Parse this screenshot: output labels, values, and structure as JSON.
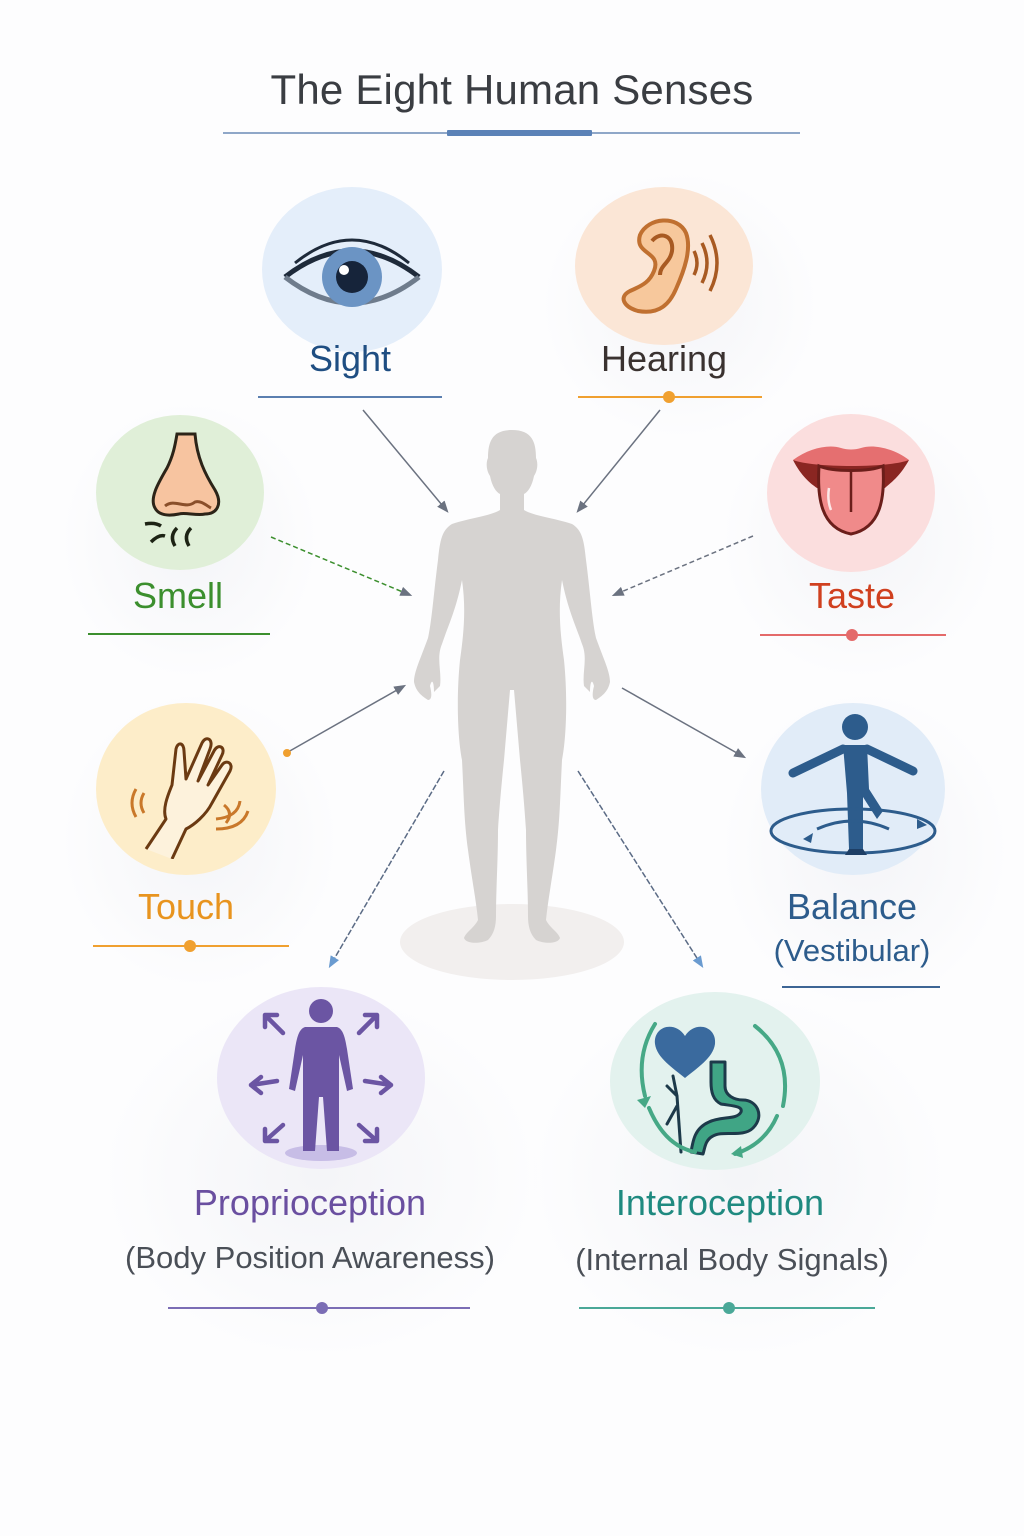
{
  "title": "The Eight Human Senses",
  "colors": {
    "title_rule": "#8fa7c8",
    "title_rule_accent": "#5b82b7",
    "body_silhouette": "#d6d3d1",
    "connector": "#6b7280"
  },
  "center": {
    "icon": "human-silhouette-icon"
  },
  "senses": [
    {
      "id": "sight",
      "label": "Sight",
      "sublabel": "",
      "icon": "eye-icon",
      "color": "#1f4e82",
      "circle_color": "#e4eefa",
      "rule_color": "#5b7fb0",
      "rule_dot": false
    },
    {
      "id": "hearing",
      "label": "Hearing",
      "sublabel": "",
      "icon": "ear-icon",
      "color": "#3a3230",
      "circle_color": "#fbe6d6",
      "rule_color": "#f0a030",
      "rule_dot": true
    },
    {
      "id": "smell",
      "label": "Smell",
      "sublabel": "",
      "icon": "nose-icon",
      "color": "#3c8f2e",
      "circle_color": "#e0efd8",
      "rule_color": "#3c8f2e",
      "rule_dot": false
    },
    {
      "id": "taste",
      "label": "Taste",
      "sublabel": "",
      "icon": "tongue-icon",
      "color": "#d0401f",
      "circle_color": "#fbdede",
      "rule_color": "#e46a6a",
      "rule_dot": true
    },
    {
      "id": "touch",
      "label": "Touch",
      "sublabel": "",
      "icon": "hand-icon",
      "color": "#e8941f",
      "circle_color": "#fdedc9",
      "rule_color": "#f0a030",
      "rule_dot": true
    },
    {
      "id": "balance",
      "label": "Balance",
      "sublabel": "(Vestibular)",
      "icon": "balance-figure-icon",
      "color": "#2d5c8c",
      "circle_color": "#e1ecf8",
      "rule_color": "#3d6595",
      "rule_dot": false
    },
    {
      "id": "proprioception",
      "label": "Proprioception",
      "sublabel": "(Body Position Awareness)",
      "icon": "body-position-icon",
      "color": "#6a4fa0",
      "circle_color": "#ebe6f7",
      "rule_color": "#7b6db5",
      "rule_dot": true
    },
    {
      "id": "interoception",
      "label": "Interoception",
      "sublabel": "(Internal Body Signals)",
      "icon": "heart-stomach-icon",
      "color": "#1f8a80",
      "circle_color": "#e3f2ee",
      "rule_color": "#4aa898",
      "rule_dot": true
    }
  ]
}
